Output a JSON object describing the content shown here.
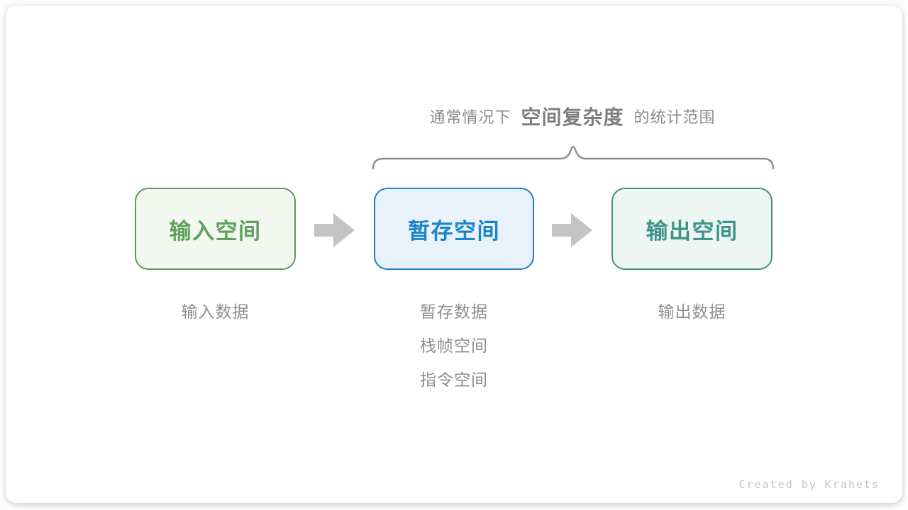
{
  "annotation": {
    "prefix": "通常情况下",
    "highlight": "空间复杂度",
    "suffix": "的统计范围"
  },
  "boxes": [
    {
      "id": "input-space",
      "label": "输入空间",
      "text_color": "#5fa05a",
      "border_color": "#5c9c58",
      "fill": "#f2f8ef",
      "notes": [
        "输入数据"
      ]
    },
    {
      "id": "buffer-space",
      "label": "暂存空间",
      "text_color": "#1b85c8",
      "border_color": "#1f80c2",
      "fill": "#e9f2fb",
      "notes": [
        "暂存数据",
        "栈帧空间",
        "指令空间"
      ]
    },
    {
      "id": "output-space",
      "label": "输出空间",
      "text_color": "#3d9488",
      "border_color": "#3d9186",
      "fill": "#edf6f3",
      "notes": [
        "输出数据"
      ]
    }
  ],
  "footer": {
    "credit": "Created by Krahets"
  },
  "colors": {
    "brace": "#8f8f8f",
    "arrow": "#c4c4c4",
    "annotation_text": "#8a8a8a",
    "note_text": "#8f8f8f",
    "card_background": "#ffffff"
  }
}
